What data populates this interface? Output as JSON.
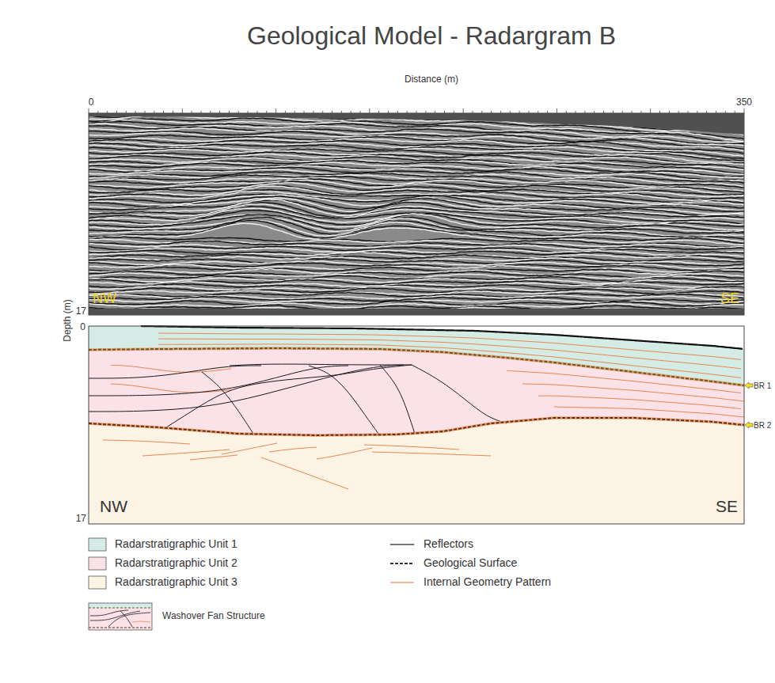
{
  "diagram": {
    "title": "Geological Model - Radargram B",
    "labels": [
      "Distance (m)",
      "0",
      "350",
      "17",
      "NW",
      "SE",
      "Depth (m)",
      "0",
      "BR 1",
      "BR 2",
      "NW",
      "SE",
      "17"
    ],
    "legend": [
      {
        "text": "Radarstratigraphic Unit 1",
        "color": "#d5ebe6"
      },
      {
        "text": "Radarstratigraphic Unit 2",
        "color": "#fbe1e8"
      },
      {
        "text": "Radarstratigraphic Unit 3",
        "color": "#fdf4e5"
      },
      {
        "text": "Reflectors"
      },
      {
        "text": "Geological Surface"
      },
      {
        "text": "Internal Geometry Pattern"
      },
      {
        "text": "Washover Fan Structure"
      }
    ]
  }
}
